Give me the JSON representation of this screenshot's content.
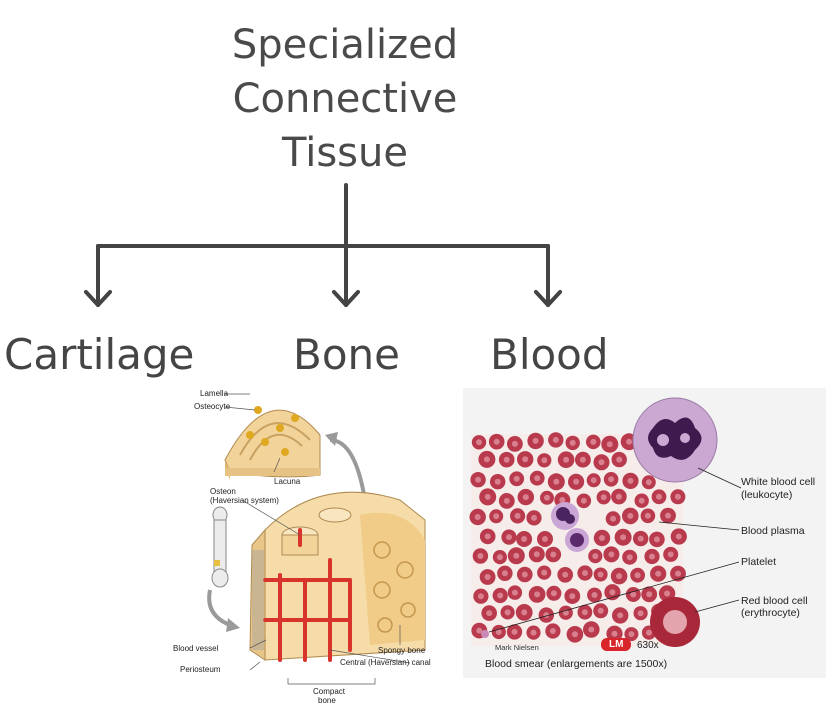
{
  "title_lines": [
    "Specialized",
    "Connective",
    "Tissue"
  ],
  "categories": [
    "Cartilage",
    "Bone",
    "Blood"
  ],
  "bone_labels": {
    "lamella": "Lamella",
    "osteocyte": "Osteocyte",
    "lacuna": "Lacuna",
    "osteon": "Osteon",
    "osteon_sub": "(Haversian system)",
    "spongy": "Spongy bone",
    "blood_vessel": "Blood vessel",
    "central_canal": "Central (Haversian) canal",
    "periosteum": "Periosteum",
    "compact": "Compact",
    "compact_sub": "bone"
  },
  "blood_labels": {
    "wbc": "White blood cell",
    "wbc_sub": "(leukocyte)",
    "plasma": "Blood plasma",
    "platelet": "Platelet",
    "rbc": "Red blood cell",
    "rbc_sub": "(erythrocyte)",
    "credit": "Mark Nielsen",
    "lm": "LM",
    "magnification": "630x",
    "caption": "Blood smear (enlargements are 1500x)"
  },
  "colors": {
    "line": "#444444",
    "rbc": "#b83a4c",
    "wbc": "#5a2a6a",
    "vessel": "#d9342b",
    "bone": "#f2d49a"
  }
}
